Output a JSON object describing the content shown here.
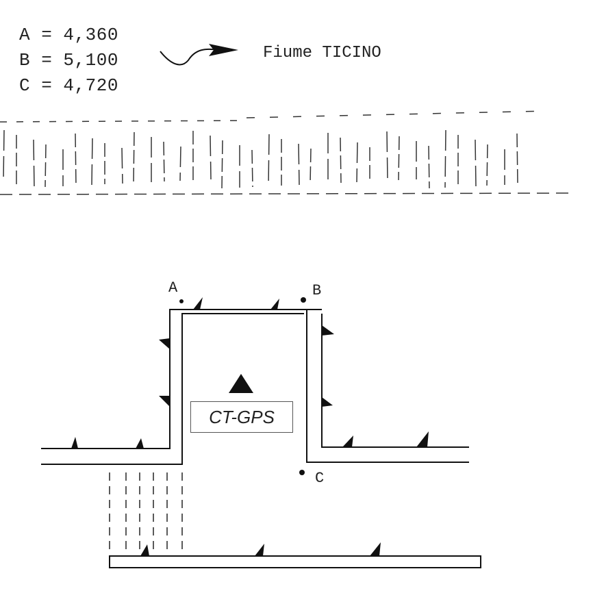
{
  "legend": {
    "a": "A = 4,360",
    "b": "B = 5,100",
    "c": "C = 4,720"
  },
  "river": {
    "label": "Fiume TICINO"
  },
  "points": {
    "a": "A",
    "b": "B",
    "c": "C"
  },
  "station": {
    "label": "CT-GPS"
  }
}
